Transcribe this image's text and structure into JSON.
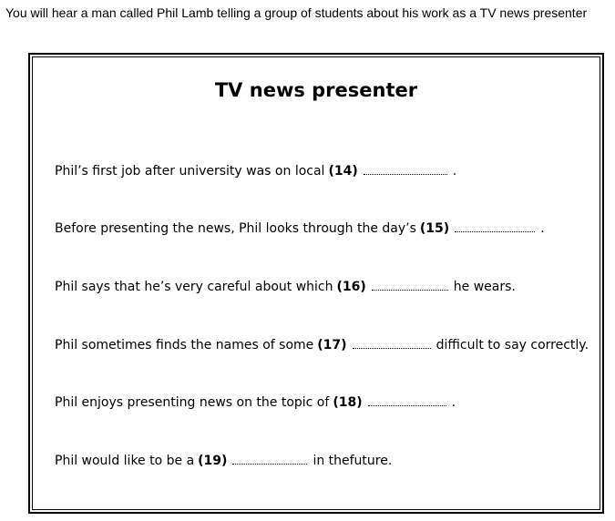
{
  "intro": "You will hear a man called Phil Lamb telling a group of students about his work as a TV news presenter",
  "title": "TV news presenter",
  "questions": [
    {
      "before": "Phil’s first job after university was on local",
      "num": "(14)",
      "after": "."
    },
    {
      "before": "Before presenting the news, Phil looks through the day’s",
      "num": "(15)",
      "after": "."
    },
    {
      "before": "Phil says that he’s very careful about which",
      "num": "(16)",
      "after": "he wears."
    },
    {
      "before": "Phil sometimes finds the names of some",
      "num": "(17)",
      "after": "difficult to say correctly."
    },
    {
      "before": "Phil enjoys presenting news on the topic of",
      "num": "(18)",
      "after": "."
    },
    {
      "before": "Phil would like to be a",
      "num": "(19)",
      "after": "in thefuture."
    }
  ]
}
